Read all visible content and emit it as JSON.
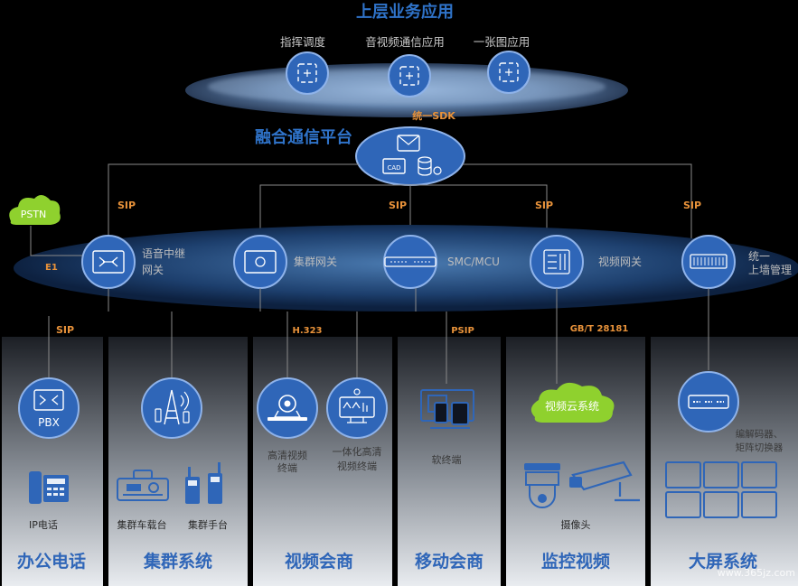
{
  "top_layer": {
    "title": "上层业务应用",
    "apps": [
      "指挥调度",
      "音视频通信应用",
      "一张图应用"
    ]
  },
  "platform": {
    "title": "融合通信平台",
    "sdk": "统一SDK",
    "cad": "CAD"
  },
  "links": {
    "sip": "SIP",
    "e1": "E1",
    "h323": "H.323",
    "psip": "PSIP",
    "gbt": "GB/T 28181"
  },
  "pstn": "PSTN",
  "gateways": {
    "voice_1": "语音中继",
    "voice_2": "网关",
    "trunk": "集群网关",
    "smc": "SMC/MCU",
    "video": "视频网关",
    "wall_1": "统一",
    "wall_2": "上墙管理"
  },
  "systems": {
    "office": {
      "title": "办公电话",
      "pbx": "PBX",
      "device": "IP电话"
    },
    "trunk": {
      "title": "集群系统",
      "car": "集群车载台",
      "hand": "集群手台"
    },
    "video": {
      "title": "视频会商",
      "hd_1": "高清视频",
      "hd_2": "终端",
      "aio_1": "一体化高清",
      "aio_2": "视频终端"
    },
    "mobile": {
      "title": "移动会商",
      "soft": "软终端"
    },
    "monitor": {
      "title": "监控视频",
      "cloud": "视频云系统",
      "camera": "摄像头"
    },
    "screen": {
      "title": "大屏系统",
      "enc_1": "编解码器、",
      "enc_2": "矩阵切换器"
    }
  },
  "watermark": "www.365jz.com",
  "colors": {
    "blue": "#2f66b8",
    "ring": "#8fb3ea",
    "title": "#2f73c9",
    "orange": "#e8923a",
    "gray": "#9a9a9a",
    "green": "#8fd12e"
  }
}
